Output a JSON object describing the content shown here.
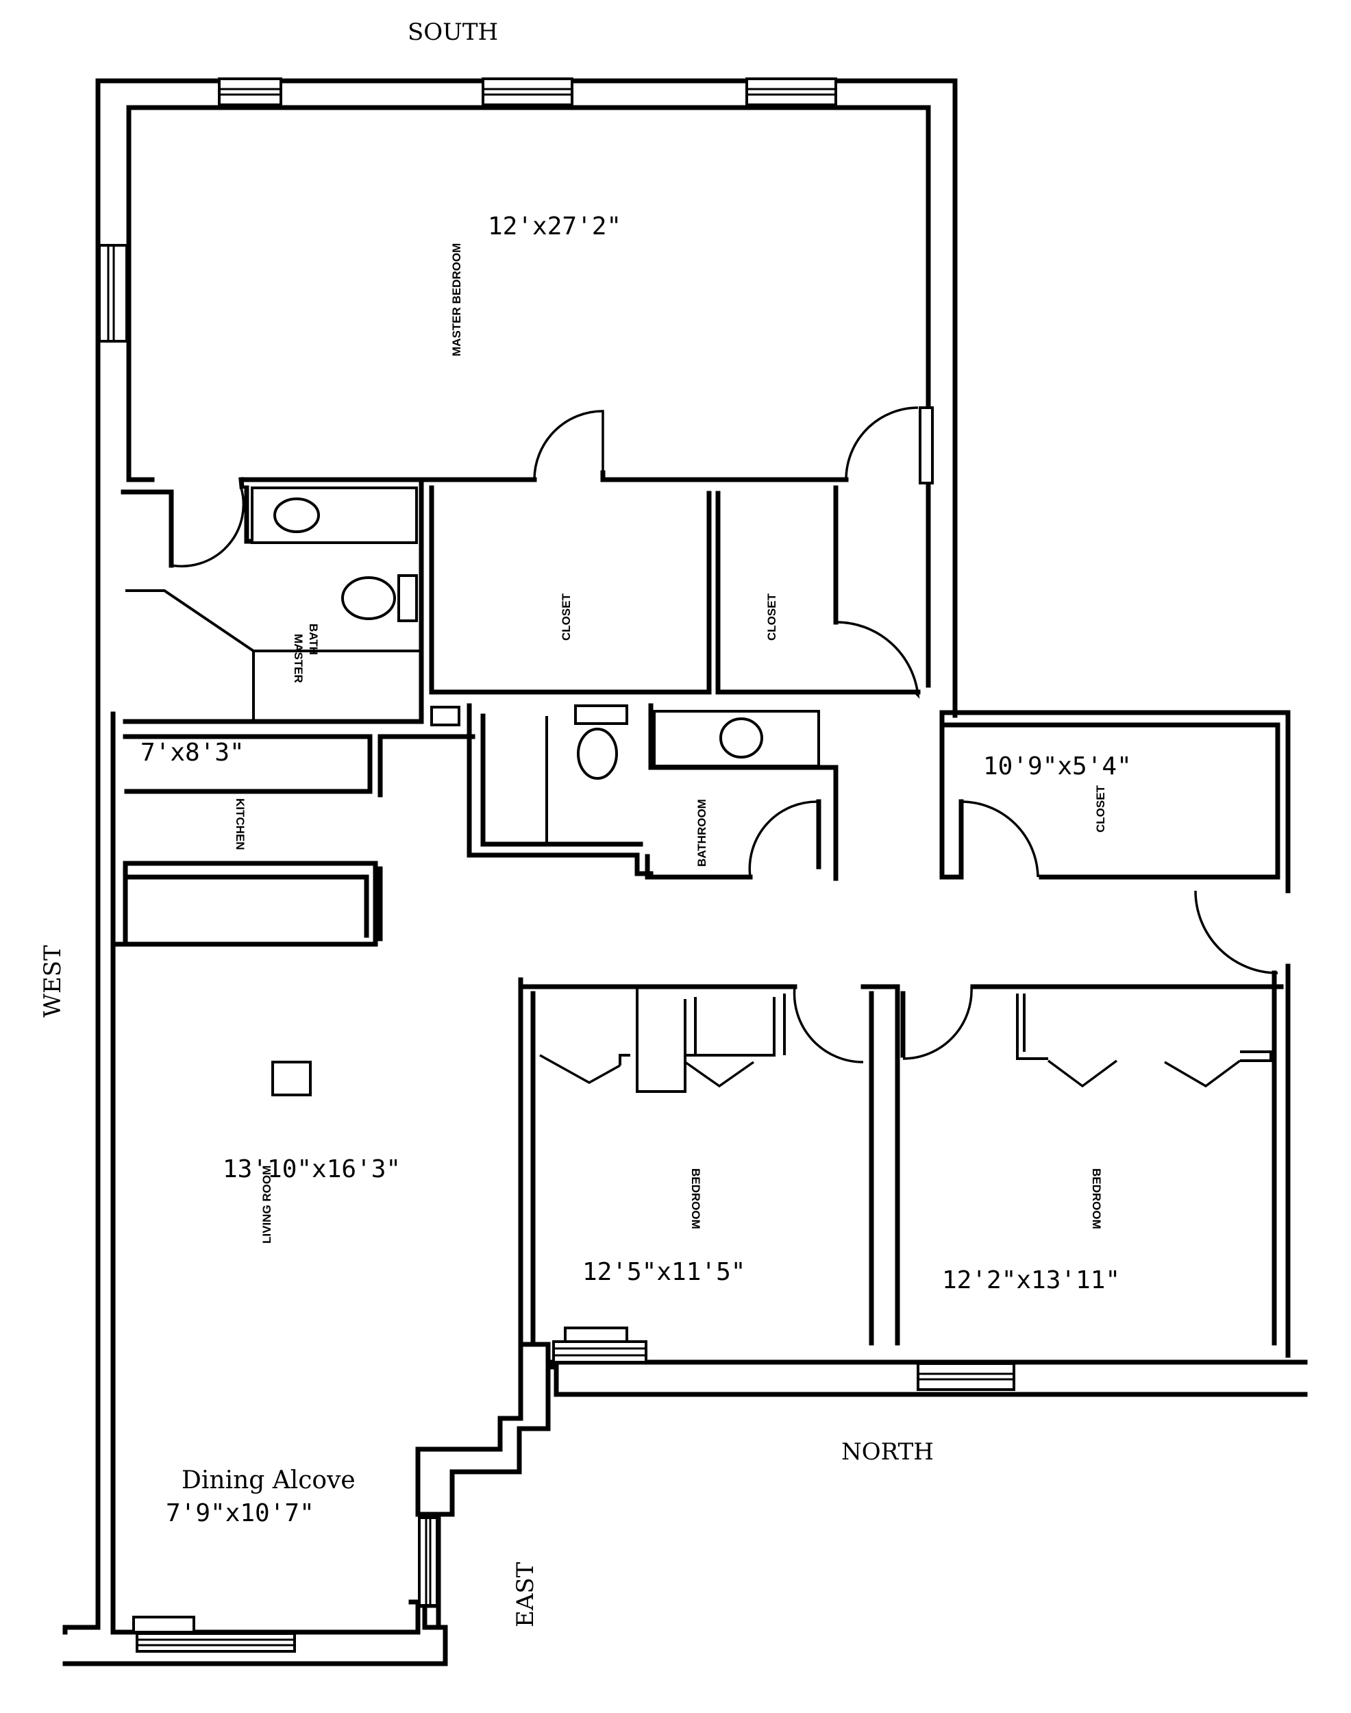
{
  "compass": {
    "south": "SOUTH",
    "north": "NORTH",
    "west": "WEST",
    "east": "EAST"
  },
  "rooms": {
    "master_bedroom": {
      "label": "MASTER BEDROOM",
      "dims": "12'x27'2\""
    },
    "master_bath": {
      "label_line1": "MASTER",
      "label_line2": "BATH"
    },
    "closet_1": {
      "label": "CLOSET"
    },
    "closet_2": {
      "label": "CLOSET"
    },
    "closet_3": {
      "label": "CLOSET",
      "dims": "10'9\"x5'4\""
    },
    "kitchen": {
      "label": "KITCHEN",
      "dims": "7'x8'3\""
    },
    "bathroom": {
      "label": "BATHROOM"
    },
    "living_room": {
      "label": "LIVING ROOM",
      "dims": "13'10\"x16'3\""
    },
    "bedroom_1": {
      "label": "BEDROOM",
      "dims": "12'5\"x11'5\""
    },
    "bedroom_2": {
      "label": "BEDROOM",
      "dims": "12'2\"x13'11\""
    },
    "dining_alcove": {
      "label": "Dining Alcove",
      "dims": "7'9\"x10'7\""
    }
  }
}
